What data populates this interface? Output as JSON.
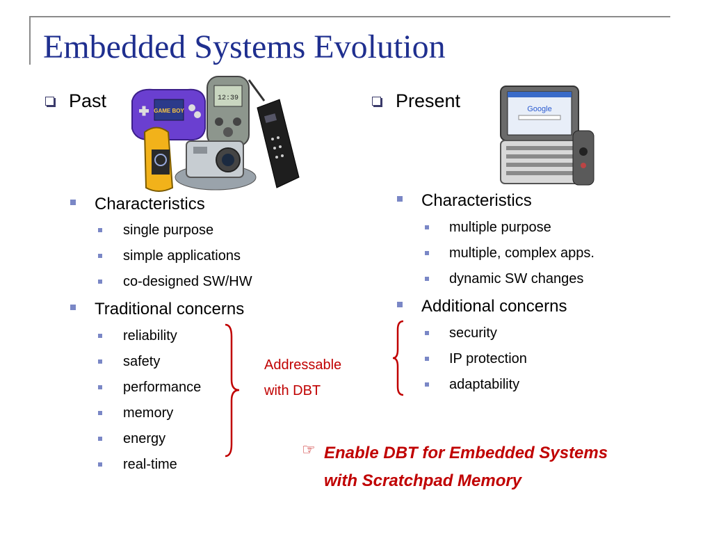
{
  "title": "Embedded Systems Evolution",
  "past": {
    "heading": "Past",
    "characteristics_label": "Characteristics",
    "characteristics": [
      "single purpose",
      "simple applications",
      "co-designed SW/HW"
    ],
    "concerns_label": "Traditional concerns",
    "concerns": [
      "reliability",
      "safety",
      "performance",
      "memory",
      "energy",
      "real-time"
    ]
  },
  "present": {
    "heading": "Present",
    "characteristics_label": "Characteristics",
    "characteristics": [
      "multiple purpose",
      "multiple, complex apps.",
      "dynamic SW changes"
    ],
    "concerns_label": "Additional concerns",
    "concerns": [
      "security",
      "IP protection",
      "adaptability"
    ]
  },
  "annotation": {
    "line1": "Addressable",
    "line2": "with DBT"
  },
  "callout": {
    "icon": "pointing-hand-icon",
    "line1": "Enable DBT for Embedded Systems",
    "line2": "with Scratchpad Memory"
  },
  "images": {
    "past_devices": [
      "game-console-image",
      "pda-image",
      "gps-image",
      "digital-camera-image",
      "mobile-phone-image"
    ],
    "present_devices": [
      "smartphone-image"
    ],
    "gameboy_text": "GAME BOY",
    "search_text": "Google"
  },
  "colors": {
    "title": "#1f2f8f",
    "bullet": "#7a87c6",
    "accent_red": "#c00000"
  }
}
